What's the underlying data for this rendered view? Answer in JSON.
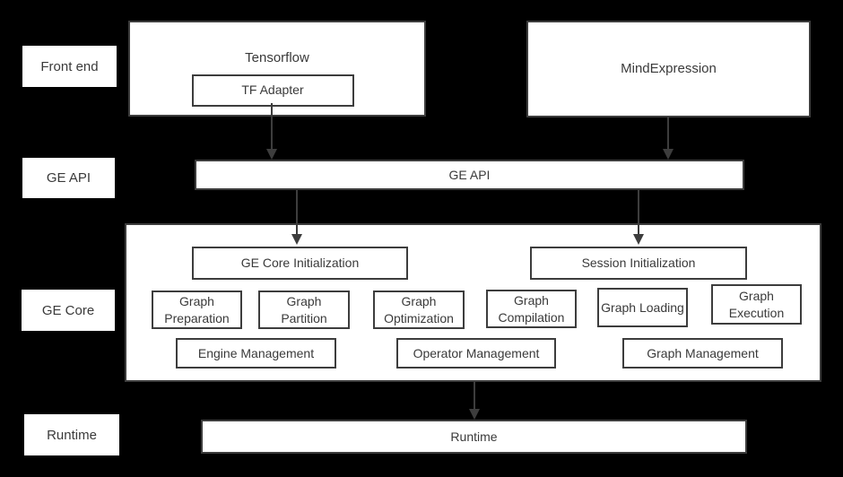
{
  "colors": {
    "background": "#000000",
    "box_fill": "#ffffff",
    "box_border": "#3d3d3d",
    "text": "#3a3a3a",
    "arrow": "#3d3d3d"
  },
  "side_labels": {
    "front_end": "Front end",
    "ge_api": "GE API",
    "ge_core": "GE Core",
    "runtime": "Runtime"
  },
  "front_end": {
    "tensorflow_label": "Tensorflow",
    "tf_adapter_label": "TF Adapter",
    "mindexpression_label": "MindExpression"
  },
  "ge_api": {
    "label": "GE API"
  },
  "ge_core": {
    "initialization_boxes": [
      {
        "label": "GE Core Initialization"
      },
      {
        "label": "Session Initialization"
      }
    ],
    "stage_boxes": [
      {
        "label": "Graph Preparation"
      },
      {
        "label": "Graph Partition"
      },
      {
        "label": "Graph Optimization"
      },
      {
        "label": "Graph Compilation"
      },
      {
        "label": "Graph Loading"
      },
      {
        "label": "Graph Execution"
      }
    ],
    "management_boxes": [
      {
        "label": "Engine Management"
      },
      {
        "label": "Operator Management"
      },
      {
        "label": "Graph Management"
      }
    ]
  },
  "runtime": {
    "label": "Runtime"
  }
}
